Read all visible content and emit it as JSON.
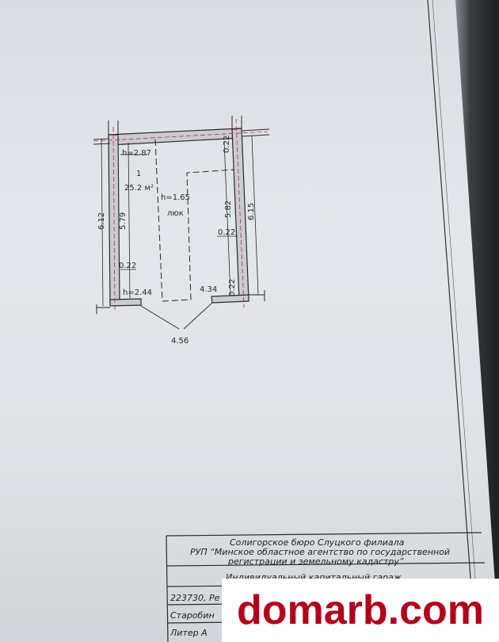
{
  "floor_plan": {
    "room_number": "1",
    "room_area": "25.2 м²",
    "height_left_top": "h=2.87",
    "height_pit": "h=1.65",
    "pit_label": "люк",
    "height_bottom": "h=2.44",
    "dim_outer_left": "6.12",
    "dim_inner_left": "5.79",
    "dim_inner_right": "5.82",
    "dim_outer_right": "6.15",
    "wall_top_right": "0.22",
    "wall_right_mid": "0.22",
    "wall_left_bottom": "0.22",
    "wall_bottom_right": "0.22",
    "dim_inner_width": "4.34",
    "dim_outer_width": "4.56"
  },
  "title_block": {
    "org_line1": "Солигорское бюро Слуцкого филиала",
    "org_line2": "РУП “Минское областное агентство по государственной",
    "org_line3": "регистрации и земельному кадастру”",
    "object_name": "Индивидуальный капитальный гараж",
    "address_prefix": "223730, Ре",
    "address_line2": "Старобин",
    "letter_label": "Литер А"
  },
  "watermark": {
    "text": "domarb.com"
  },
  "colors": {
    "ink": "#2a2a2a",
    "wall_fill": "#c9ccd1",
    "watermark_red": "#b3001b"
  }
}
